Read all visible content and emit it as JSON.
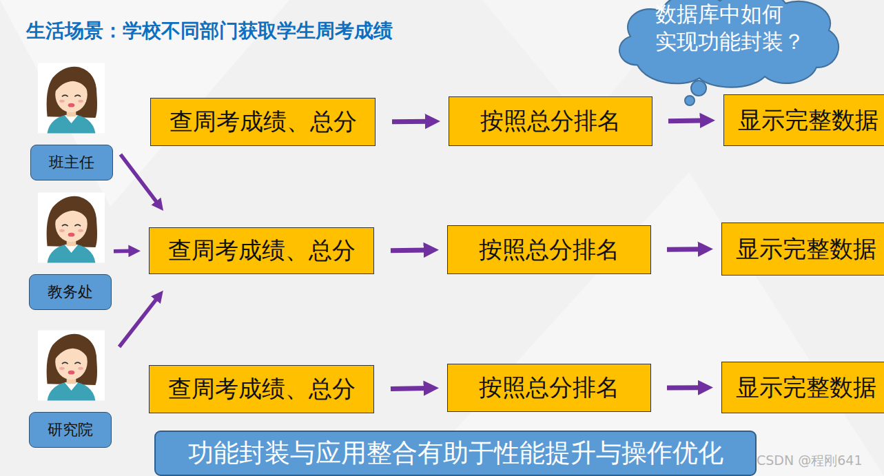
{
  "diagram": {
    "title": "生活场景：学校不同部门获取学生周考成绩",
    "nodes": [
      {
        "text": [
          "数据库中如何 实现功能封装？"
        ]
      },
      {
        "text": [
          "查周考成绩、总分"
        ]
      },
      {
        "text": [
          "按照总分排名"
        ]
      },
      {
        "text": [
          "显示完整数据"
        ]
      },
      {
        "text": [
          "班主任"
        ]
      },
      {
        "text": [
          "查周考成绩、总分"
        ]
      },
      {
        "text": [
          "按照总分排名"
        ]
      },
      {
        "text": [
          "显示完整数据"
        ]
      },
      {
        "text": [
          "教务处"
        ]
      },
      {
        "text": [
          "查周考成绩、总分"
        ]
      },
      {
        "text": [
          "按照总分排名"
        ]
      },
      {
        "text": [
          "显示完整数据"
        ]
      },
      {
        "text": [
          "研究院"
        ]
      },
      {
        "text": [
          "功能封装与应用整合有助于性能提升与操作优化"
        ]
      }
    ],
    "edges": [
      {
        "from": 1,
        "to": 2,
        "arrow": "to"
      },
      {
        "from": 2,
        "to": 3,
        "arrow": "to"
      },
      {
        "from": 4,
        "to": 5,
        "arrow": "to"
      },
      {
        "from": 8,
        "to": 5,
        "arrow": "to"
      },
      {
        "from": 12,
        "to": 5,
        "arrow": "to"
      },
      {
        "from": 5,
        "to": 6,
        "arrow": "to"
      },
      {
        "from": 6,
        "to": 7,
        "arrow": "to"
      },
      {
        "from": 9,
        "to": 10,
        "arrow": "to"
      },
      {
        "from": 10,
        "to": 11,
        "arrow": "to"
      }
    ],
    "labels": [
      "CSDN @程刚641"
    ]
  }
}
